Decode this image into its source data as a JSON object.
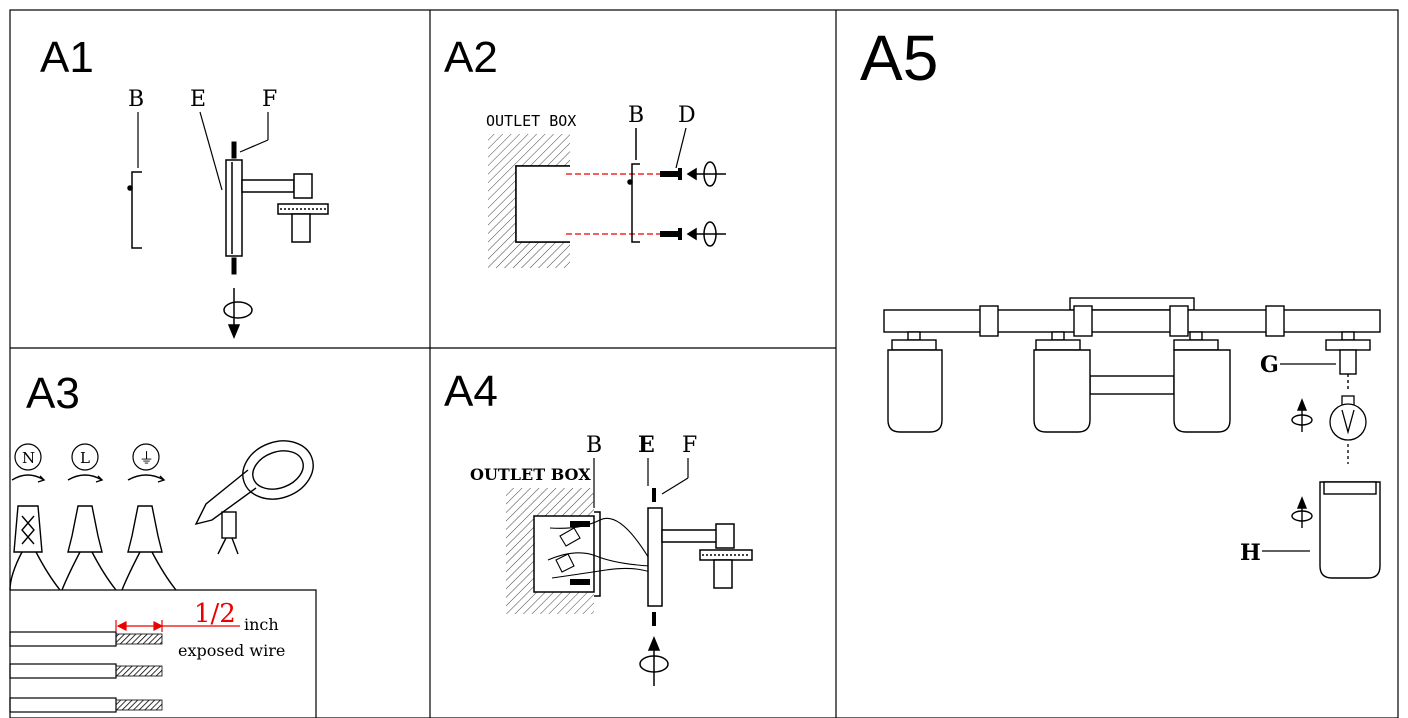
{
  "panels": {
    "a1": {
      "title": "A1",
      "labels": {
        "b": "B",
        "e": "E",
        "f": "F"
      }
    },
    "a2": {
      "title": "A2",
      "outlet_box": "OUTLET BOX",
      "labels": {
        "b": "B",
        "d": "D"
      }
    },
    "a3": {
      "title": "A3",
      "symbols": {
        "neutral": "N",
        "live": "L",
        "ground": "⏚"
      },
      "measure": "1/2",
      "unit": "inch",
      "note": "exposed wire"
    },
    "a4": {
      "title": "A4",
      "outlet_box": "OUTLET BOX",
      "labels": {
        "b": "B",
        "e": "E",
        "f": "F"
      }
    },
    "a5": {
      "title": "A5",
      "labels": {
        "g": "G",
        "h": "H"
      }
    }
  },
  "colors": {
    "line": "#000000",
    "dim_red": "#e00000",
    "hatch": "#555555"
  },
  "icons": [
    "rotate-arrow-icon",
    "wire-nut-icon",
    "electrical-tape-icon",
    "screw-icon",
    "bulb-icon",
    "jar-shade-icon"
  ]
}
